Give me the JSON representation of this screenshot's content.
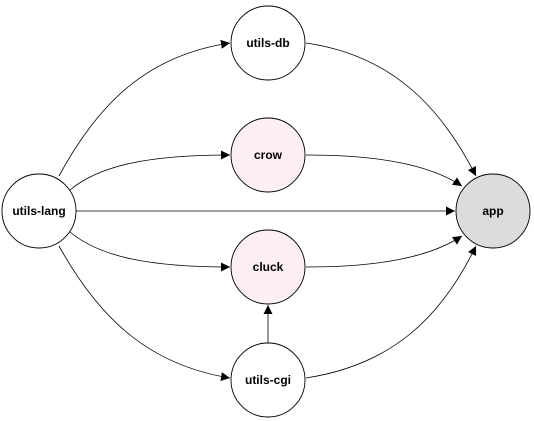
{
  "diagram": {
    "type": "directed-graph",
    "nodes": {
      "utils_db": {
        "label": "utils-db",
        "fill": "#ffffff"
      },
      "crow": {
        "label": "crow",
        "fill": "#fdeef2"
      },
      "utils_lang": {
        "label": "utils-lang",
        "fill": "#ffffff"
      },
      "app": {
        "label": "app",
        "fill": "#dcdcdc"
      },
      "cluck": {
        "label": "cluck",
        "fill": "#fdeef2"
      },
      "utils_cgi": {
        "label": "utils-cgi",
        "fill": "#ffffff"
      }
    },
    "edges": [
      {
        "from": "utils-lang",
        "to": "utils-db"
      },
      {
        "from": "utils-lang",
        "to": "crow"
      },
      {
        "from": "utils-lang",
        "to": "app"
      },
      {
        "from": "utils-lang",
        "to": "cluck"
      },
      {
        "from": "utils-lang",
        "to": "utils-cgi"
      },
      {
        "from": "utils-db",
        "to": "app"
      },
      {
        "from": "crow",
        "to": "app"
      },
      {
        "from": "cluck",
        "to": "app"
      },
      {
        "from": "utils-cgi",
        "to": "cluck"
      },
      {
        "from": "utils-cgi",
        "to": "app"
      }
    ]
  }
}
